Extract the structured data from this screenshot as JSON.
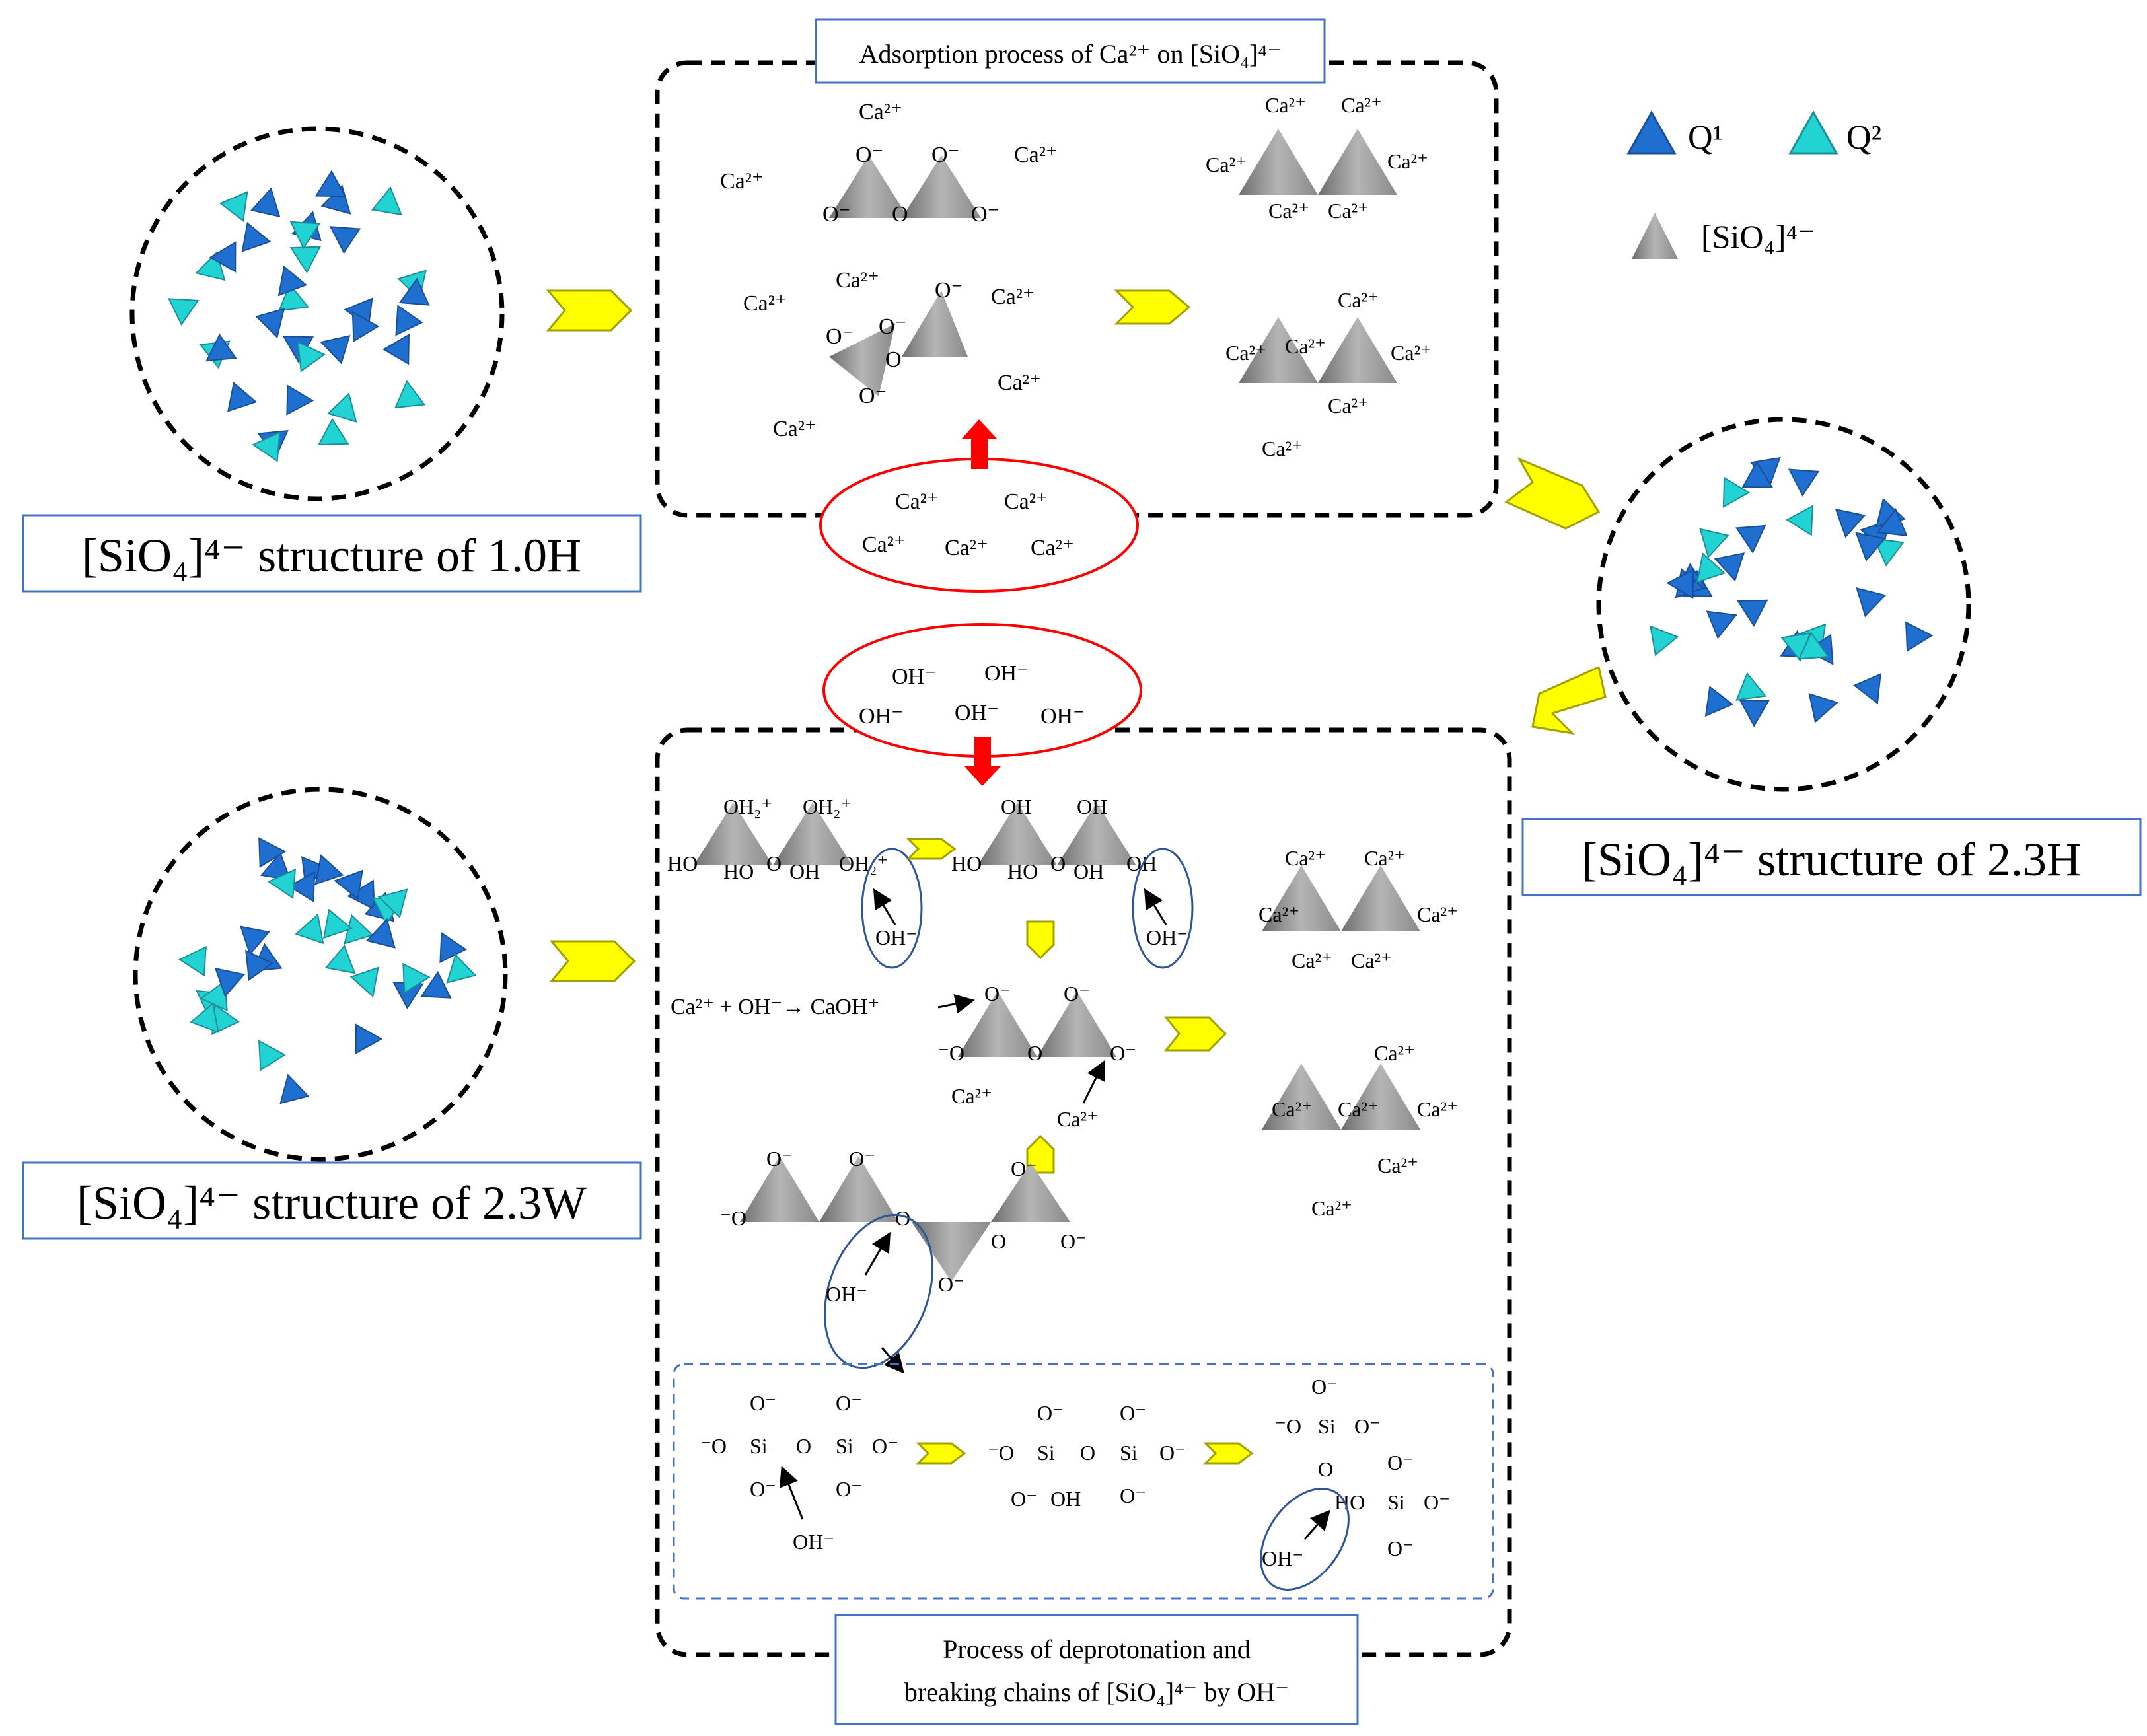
{
  "labels": {
    "structure_10H": "[SiO₄]⁴⁻ structure of 1.0H",
    "structure_23W": "[SiO₄]⁴⁻ structure of 2.3W",
    "structure_23H": "[SiO₄]⁴⁻ structure of 2.3H",
    "adsorption_title": "Adsorption process of Ca²⁺ on [SiO₄]⁴⁻",
    "deprotonation_title_line1": "Process of deprotonation and",
    "deprotonation_title_line2": "breaking chains of [SiO₄]⁴⁻ by OH⁻"
  },
  "legend": {
    "q1": "Q¹",
    "q2": "Q²",
    "sio4": "[SiO₄]⁴⁻"
  },
  "species": {
    "ca": "Ca²⁺",
    "oh": "OH⁻",
    "o_minus": "O⁻",
    "minus_o": "⁻O",
    "o": "O",
    "oh_group": "OH",
    "ho_group": "HO",
    "oh2_plus": "OH₂⁺",
    "si": "Si",
    "reaction": "Ca²⁺ + OH⁻→ CaOH⁺"
  },
  "colors": {
    "q1": "#1f6fd0",
    "q2": "#22d3d3",
    "arrow_yellow": "#ffff00",
    "arrow_red": "#ff0000",
    "ellipse_red": "#ff0000",
    "ellipse_blue": "#2f5597",
    "label_border": "#4472c4"
  }
}
